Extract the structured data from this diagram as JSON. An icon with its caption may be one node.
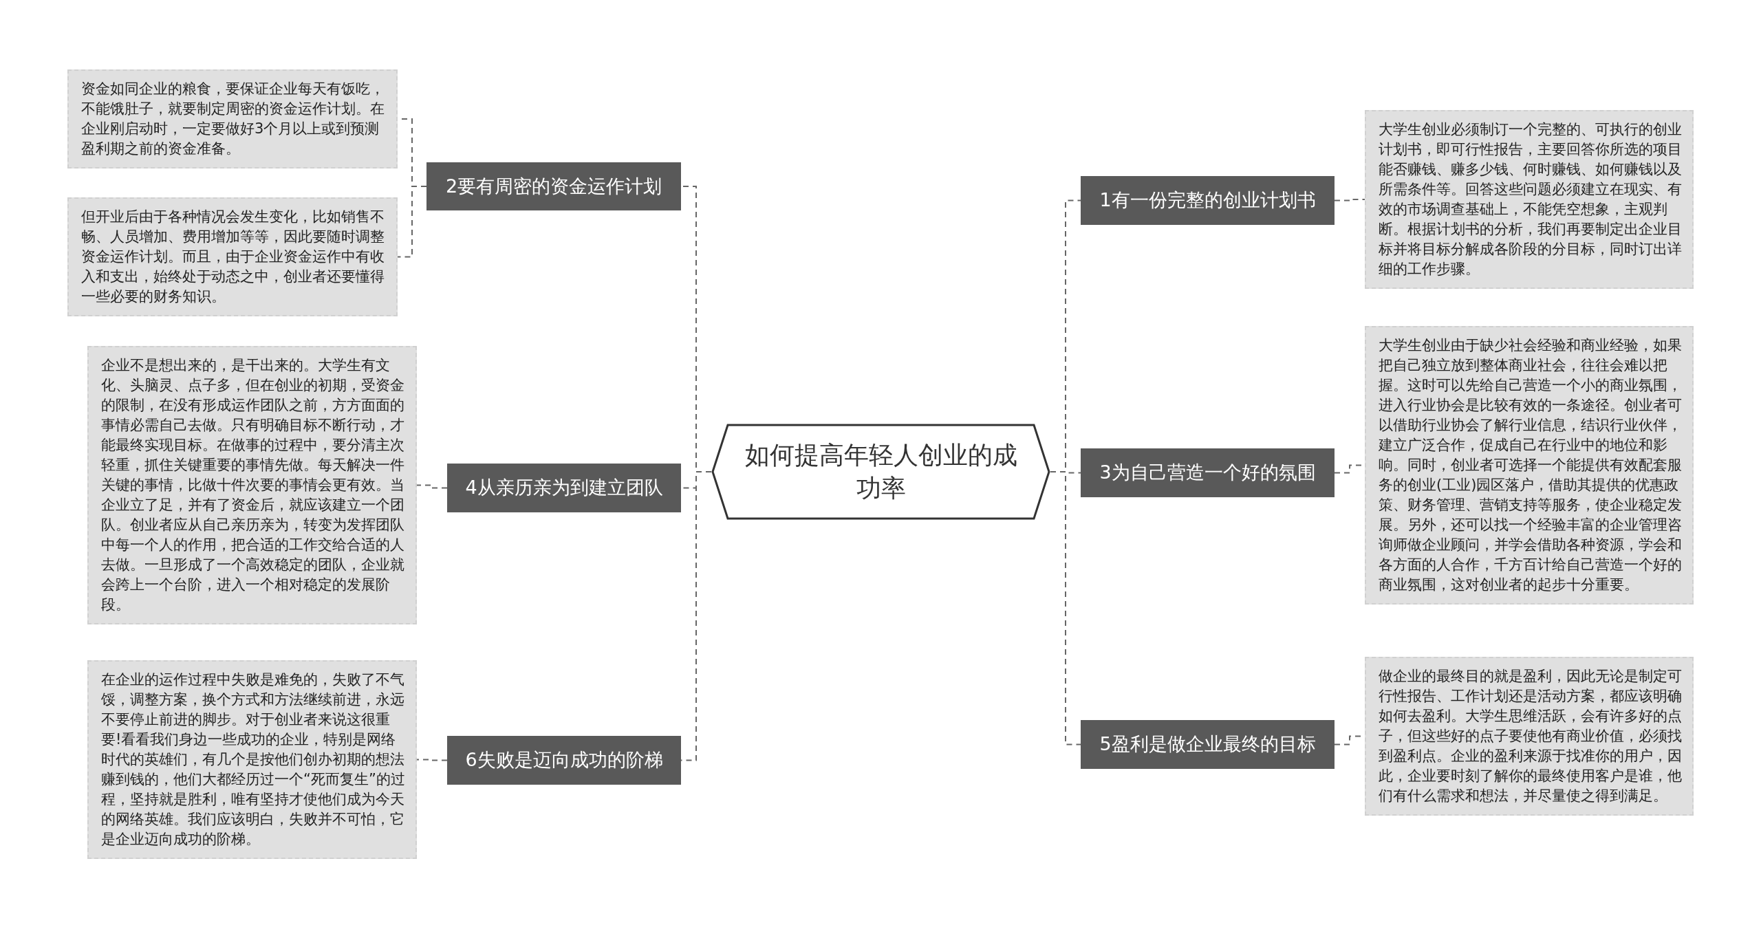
{
  "diagram": {
    "nodes": [
      {
        "text": [
          "如何提高年轻人创业的成功率"
        ]
      },
      {
        "text": [
          "1有一份完整的创业计划书"
        ]
      },
      {
        "text": [
          "大学生创业必须制订一个完整的、可执行的创业计划书，即可行性报告，主要回答你所选的项目能否赚钱、赚多少钱、何时赚钱、如何赚钱以及所需条件等。回答这些问题必须建立在现实、有效的市场调查基础上，不能凭空想象，主观判断。根据计划书的分析，我们再要制定出企业目标并将目标分解成各阶段的分目标，同时订出详细的工作步骤。"
        ]
      },
      {
        "text": [
          "2要有周密的资金运作计划"
        ]
      },
      {
        "text": [
          "资金如同企业的粮食，要保证企业每天有饭吃，不能饿肚子，就要制定周密的资金运作计划。在企业刚启动时，一定要做好3个月以上或到预测盈利期之前的资金准备。"
        ]
      },
      {
        "text": [
          "但开业后由于各种情况会发生变化，比如销售不畅、人员增加、费用增加等等，因此要随时调整资金运作计划。而且，由于企业资金运作中有收入和支出，始终处于动态之中，创业者还要懂得一些必要的财务知识。"
        ]
      },
      {
        "text": [
          "3为自己营造一个好的氛围"
        ]
      },
      {
        "text": [
          "大学生创业由于缺少社会经验和商业经验，如果把自己独立放到整体商业社会，往往会难以把握。这时可以先给自己营造一个小的商业氛围，进入行业协会是比较有效的一条途径。创业者可以借助行业协会了解行业信息，结识行业伙伴，建立广泛合作，促成自己在行业中的地位和影响。同时，创业者可选择一个能提供有效配套服务的创业(工业)园区落户，借助其提供的优惠政策、财务管理、营销支持等服务，使企业稳定发展。另外，还可以找一个经验丰富的企业管理咨询师做企业顾问，并学会借助各种资源，学会和各方面的人合作，千方百计给自己营造一个好的商业氛围，这对创业者的起步十分重要。"
        ]
      },
      {
        "text": [
          "4从亲历亲为到建立团队"
        ]
      },
      {
        "text": [
          "企业不是想出来的，是干出来的。大学生有文化、头脑灵、点子多，但在创业的初期，受资金的限制，在没有形成运作团队之前，方方面面的事情必需自己去做。只有明确目标不断行动，才能最终实现目标。在做事的过程中，要分清主次轻重，抓住关键重要的事情先做。每天解决一件关键的事情，比做十件次要的事情会更有效。当企业立了足，并有了资金后，就应该建立一个团队。创业者应从自己亲历亲为，转变为发挥团队中每一个人的作用，把合适的工作交给合适的人去做。一旦形成了一个高效稳定的团队，企业就会跨上一个台阶，进入一个相对稳定的发展阶段。"
        ]
      },
      {
        "text": [
          "5盈利是做企业最终的目标"
        ]
      },
      {
        "text": [
          "做企业的最终目的就是盈利，因此无论是制定可行性报告、工作计划还是活动方案，都应该明确如何去盈利。大学生思维活跃，会有许多好的点子，但这些好的点子要使他有商业价值，必须找到盈利点。企业的盈利来源于找准你的用户，因此，企业要时刻了解你的最终使用客户是谁，他们有什么需求和想法，并尽量使之得到满足。"
        ]
      },
      {
        "text": [
          "6失败是迈向成功的阶梯"
        ]
      },
      {
        "text": [
          "在企业的运作过程中失败是难免的，失败了不气馁，调整方案，换个方式和方法继续前进，永远不要停止前进的脚步。对于创业者来说这很重要!看看我们身边一些成功的企业，特别是网络时代的英雄们，有几个是按他们创办初期的想法赚到钱的，他们大都经历过一个“死而复生”的过程，坚持就是胜利，唯有坚持才使他们成为今天的网络英雄。我们应该明白，失败并不可怕，它是企业迈向成功的阶梯。"
        ]
      }
    ],
    "edges": [
      {
        "from": 0,
        "to": 1,
        "arrow": "none",
        "style": "dashed"
      },
      {
        "from": 1,
        "to": 2,
        "arrow": "none",
        "style": "dashed"
      },
      {
        "from": 0,
        "to": 3,
        "arrow": "none",
        "style": "dashed"
      },
      {
        "from": 3,
        "to": 4,
        "arrow": "none",
        "style": "dashed"
      },
      {
        "from": 3,
        "to": 5,
        "arrow": "none",
        "style": "dashed"
      },
      {
        "from": 0,
        "to": 6,
        "arrow": "none",
        "style": "dashed"
      },
      {
        "from": 6,
        "to": 7,
        "arrow": "none",
        "style": "dashed"
      },
      {
        "from": 0,
        "to": 8,
        "arrow": "none",
        "style": "dashed"
      },
      {
        "from": 8,
        "to": 9,
        "arrow": "none",
        "style": "dashed"
      },
      {
        "from": 0,
        "to": 10,
        "arrow": "none",
        "style": "dashed"
      },
      {
        "from": 10,
        "to": 11,
        "arrow": "none",
        "style": "dashed"
      },
      {
        "from": 0,
        "to": 12,
        "arrow": "none",
        "style": "dashed"
      },
      {
        "from": 12,
        "to": 13,
        "arrow": "none",
        "style": "dashed"
      }
    ]
  }
}
